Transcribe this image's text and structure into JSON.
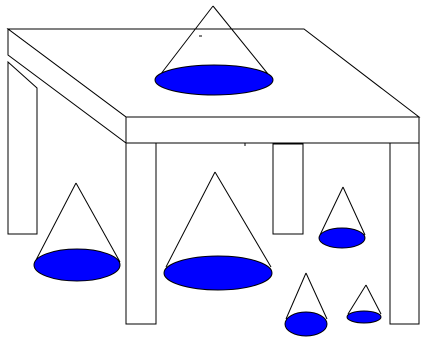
{
  "colors": {
    "background": "#ffffff",
    "outline": "#000000",
    "cone_base_fill": "#0000ff"
  },
  "scene": {
    "table": {
      "legs": 4
    },
    "cones": [
      {
        "name": "cone-on-table"
      },
      {
        "name": "cone-left-floor"
      },
      {
        "name": "cone-center-floor"
      },
      {
        "name": "cone-right-upper"
      },
      {
        "name": "cone-small-bottom"
      },
      {
        "name": "cone-tiny-bottom-right"
      }
    ]
  }
}
